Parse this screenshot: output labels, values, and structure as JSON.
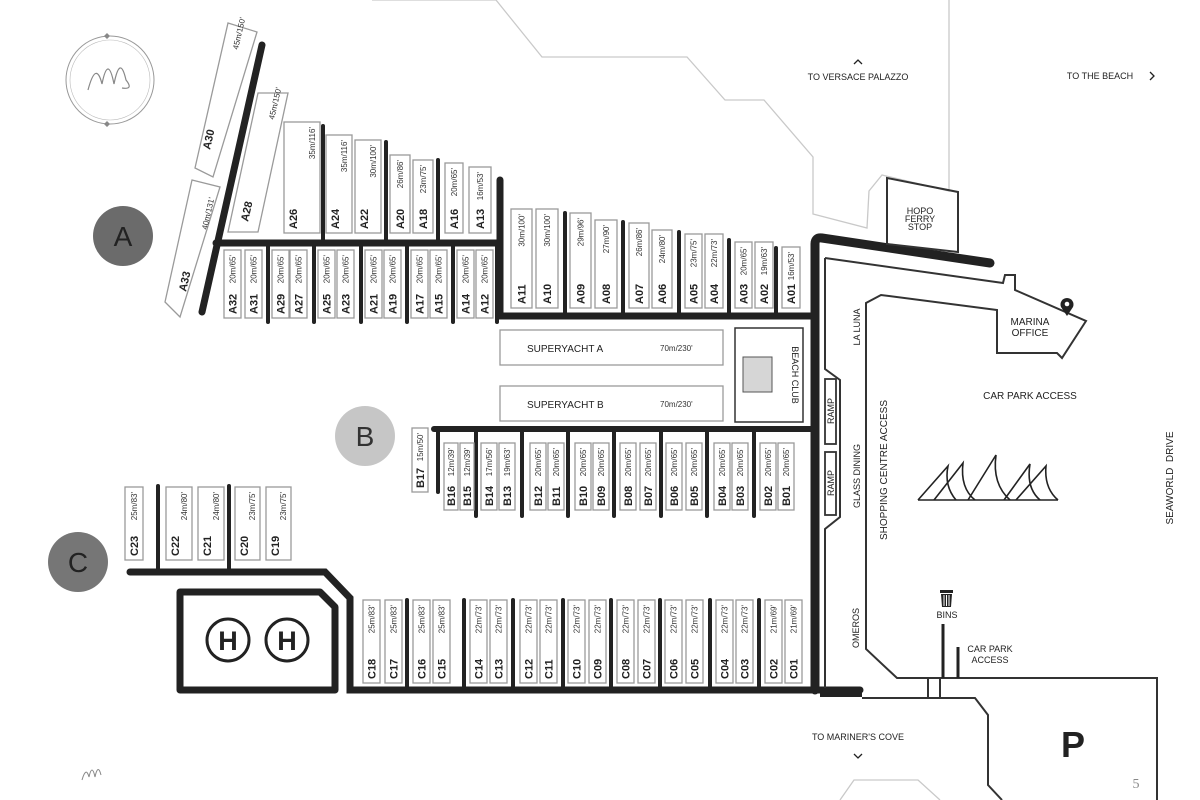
{
  "zones": {
    "a": "A",
    "b": "B",
    "c": "C"
  },
  "berths": {
    "a_bottom": [
      {
        "id": "A32",
        "size": "20m/65'"
      },
      {
        "id": "A31",
        "size": "20m/65'"
      },
      {
        "id": "A29",
        "size": "20m/65'"
      },
      {
        "id": "A27",
        "size": "20m/65'"
      },
      {
        "id": "A25",
        "size": "20m/65'"
      },
      {
        "id": "A23",
        "size": "20m/65'"
      },
      {
        "id": "A21",
        "size": "20m/65'"
      },
      {
        "id": "A19",
        "size": "20m/65'"
      },
      {
        "id": "A17",
        "size": "20m/65'"
      },
      {
        "id": "A15",
        "size": "20m/65'"
      },
      {
        "id": "A14",
        "size": "20m/65'"
      },
      {
        "id": "A12",
        "size": "20m/65'"
      }
    ],
    "a_upper": [
      {
        "id": "A26",
        "size": "35m/116'"
      },
      {
        "id": "A24",
        "size": "35m/116'"
      },
      {
        "id": "A22",
        "size": "30m/100'"
      },
      {
        "id": "A20",
        "size": "26m/86'"
      },
      {
        "id": "A18",
        "size": "23m/75'"
      },
      {
        "id": "A16",
        "size": "20m/65'"
      },
      {
        "id": "A13",
        "size": "16m/53'"
      }
    ],
    "a_diagonal": [
      {
        "id": "A30",
        "size": "45m/150'"
      },
      {
        "id": "A28",
        "size": "45m/150'"
      },
      {
        "id": "A33",
        "size": "40m/131'"
      }
    ],
    "a_main": [
      {
        "id": "A11",
        "size": "30m/100'"
      },
      {
        "id": "A10",
        "size": "30m/100'"
      },
      {
        "id": "A09",
        "size": "29m/96'"
      },
      {
        "id": "A08",
        "size": "27m/90'"
      },
      {
        "id": "A07",
        "size": "26m/86'"
      },
      {
        "id": "A06",
        "size": "24m/80'"
      },
      {
        "id": "A05",
        "size": "23m/75'"
      },
      {
        "id": "A04",
        "size": "22m/73'"
      },
      {
        "id": "A03",
        "size": "20m/65'"
      },
      {
        "id": "A02",
        "size": "19m/63'"
      },
      {
        "id": "A01",
        "size": "16m/53'"
      }
    ],
    "b": [
      {
        "id": "B17",
        "size": "15m/50'"
      },
      {
        "id": "B16",
        "size": "12m/39'"
      },
      {
        "id": "B15",
        "size": "12m/39'"
      },
      {
        "id": "B14",
        "size": "17m/56'"
      },
      {
        "id": "B13",
        "size": "19m/63'"
      },
      {
        "id": "B12",
        "size": "20m/65'"
      },
      {
        "id": "B11",
        "size": "20m/65'"
      },
      {
        "id": "B10",
        "size": "20m/65'"
      },
      {
        "id": "B09",
        "size": "20m/65'"
      },
      {
        "id": "B08",
        "size": "20m/65'"
      },
      {
        "id": "B07",
        "size": "20m/65'"
      },
      {
        "id": "B06",
        "size": "20m/65'"
      },
      {
        "id": "B05",
        "size": "20m/65'"
      },
      {
        "id": "B04",
        "size": "20m/65'"
      },
      {
        "id": "B03",
        "size": "20m/65'"
      },
      {
        "id": "B02",
        "size": "20m/65'"
      },
      {
        "id": "B01",
        "size": "20m/65'"
      }
    ],
    "c_bottom": [
      {
        "id": "C18",
        "size": "25m/83'"
      },
      {
        "id": "C17",
        "size": "25m/83'"
      },
      {
        "id": "C16",
        "size": "25m/83'"
      },
      {
        "id": "C15",
        "size": "25m/83'"
      },
      {
        "id": "C14",
        "size": "22m/73'"
      },
      {
        "id": "C13",
        "size": "22m/73'"
      },
      {
        "id": "C12",
        "size": "22m/73'"
      },
      {
        "id": "C11",
        "size": "22m/73'"
      },
      {
        "id": "C10",
        "size": "22m/73'"
      },
      {
        "id": "C09",
        "size": "22m/73'"
      },
      {
        "id": "C08",
        "size": "22m/73'"
      },
      {
        "id": "C07",
        "size": "22m/73'"
      },
      {
        "id": "C06",
        "size": "22m/73'"
      },
      {
        "id": "C05",
        "size": "22m/73'"
      },
      {
        "id": "C04",
        "size": "22m/73'"
      },
      {
        "id": "C03",
        "size": "22m/73'"
      },
      {
        "id": "C02",
        "size": "21m/69'"
      },
      {
        "id": "C01",
        "size": "21m/69'"
      }
    ],
    "c_upper": [
      {
        "id": "C23",
        "size": "25m/83'"
      },
      {
        "id": "C22",
        "size": "24m/80'"
      },
      {
        "id": "C21",
        "size": "24m/80'"
      },
      {
        "id": "C20",
        "size": "23m/75'"
      },
      {
        "id": "C19",
        "size": "23m/75'"
      }
    ]
  },
  "superyachts": [
    {
      "name": "SUPERYACHT A",
      "size": "70m/230'"
    },
    {
      "name": "SUPERYACHT B",
      "size": "70m/230'"
    }
  ],
  "places": {
    "beach_club": "BEACH CLUB",
    "hopo_ferry": [
      "HOPO",
      "FERRY",
      "STOP"
    ],
    "marina_office": [
      "MARINA",
      "OFFICE"
    ],
    "car_park_access": "CAR PARK ACCESS",
    "car_park_access_small": [
      "CAR PARK",
      "ACCESS"
    ],
    "la_luna": "LA LUNA",
    "glass_dining": "GLASS DINING",
    "shopping_centre": "SHOPPING CENTRE ACCESS",
    "omeros": "OMEROS",
    "seaworld_drive": "SEAWORLD  DRIVE",
    "bins": "BINS",
    "ramp": "RAMP",
    "helipad": "H",
    "parking": "P"
  },
  "directions": {
    "versace": "TO VERSACE PALAZZO",
    "beach": "TO THE BEACH",
    "mariners_cove": "TO MARINER'S COVE"
  },
  "page_number": "5",
  "colors": {
    "zone_a": "#6b6b6b",
    "zone_b": "#c6c6c6",
    "zone_c": "#767676",
    "pier": "#222222"
  }
}
